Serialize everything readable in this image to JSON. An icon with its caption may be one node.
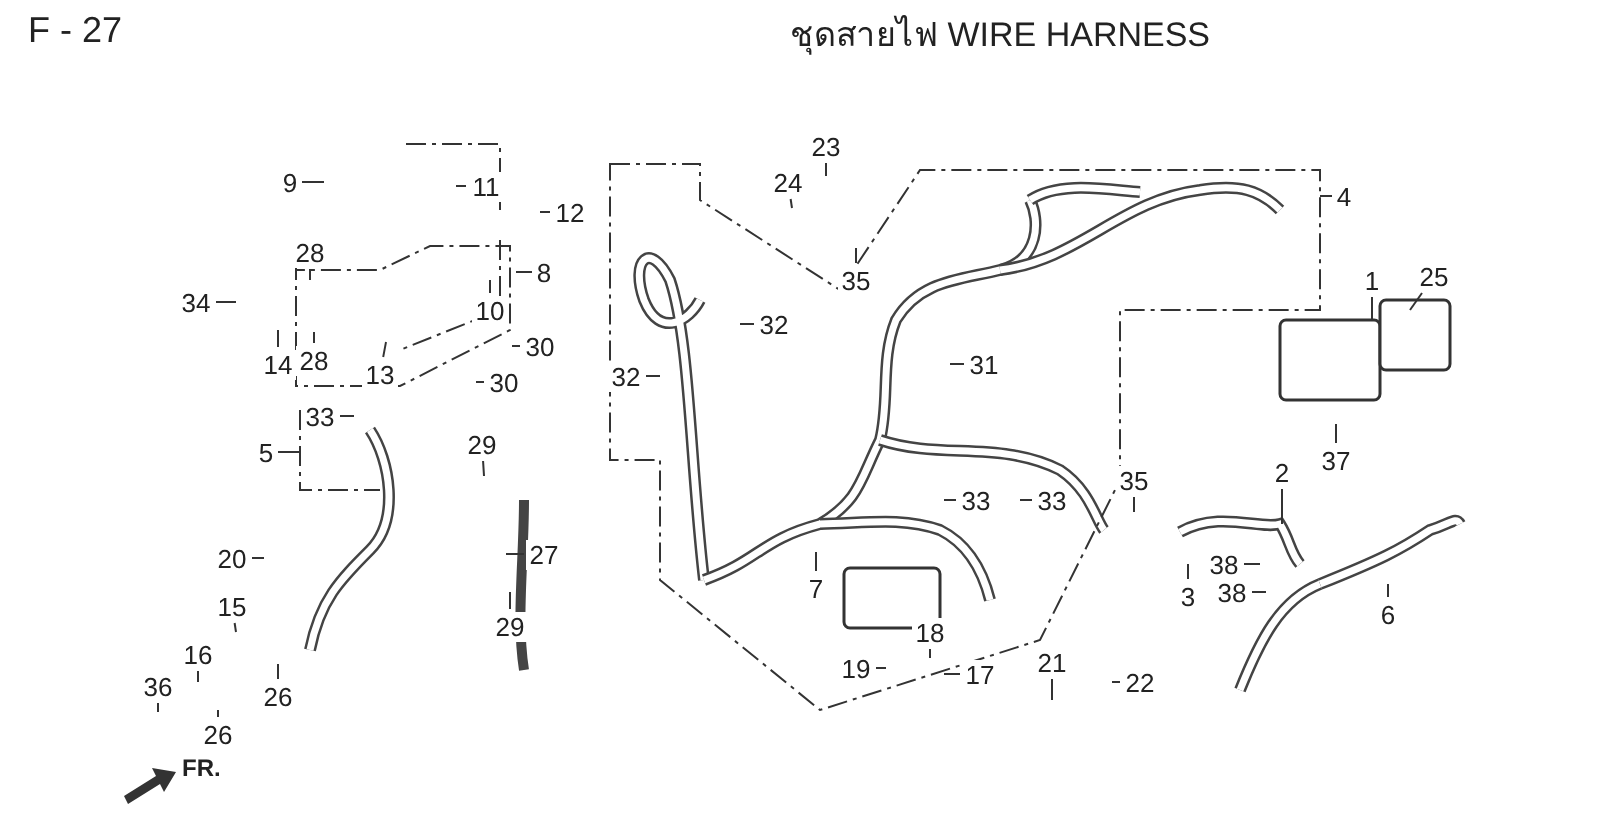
{
  "diagram": {
    "title": "ชุดสายไฟ WIRE HARNESS",
    "nodes": [
      {
        "text": [
          "9"
        ]
      },
      {
        "text": [
          "11"
        ]
      },
      {
        "text": [
          "12"
        ]
      },
      {
        "text": [
          "8"
        ]
      },
      {
        "text": [
          "28"
        ]
      },
      {
        "text": [
          "10"
        ]
      },
      {
        "text": [
          "34"
        ]
      },
      {
        "text": [
          "14"
        ]
      },
      {
        "text": [
          "28"
        ]
      },
      {
        "text": [
          "13"
        ]
      },
      {
        "text": [
          "30"
        ]
      },
      {
        "text": [
          "30"
        ]
      },
      {
        "text": [
          "33"
        ]
      },
      {
        "text": [
          "5"
        ]
      },
      {
        "text": [
          "29"
        ]
      },
      {
        "text": [
          "27"
        ]
      },
      {
        "text": [
          "29"
        ]
      },
      {
        "text": [
          "20"
        ]
      },
      {
        "text": [
          "15"
        ]
      },
      {
        "text": [
          "16"
        ]
      },
      {
        "text": [
          "36"
        ]
      },
      {
        "text": [
          "26"
        ]
      },
      {
        "text": [
          "26"
        ]
      },
      {
        "text": [
          "23"
        ]
      },
      {
        "text": [
          "24"
        ]
      },
      {
        "text": [
          "35"
        ]
      },
      {
        "text": [
          "32"
        ]
      },
      {
        "text": [
          "32"
        ]
      },
      {
        "text": [
          "31"
        ]
      },
      {
        "text": [
          "33"
        ]
      },
      {
        "text": [
          "33"
        ]
      },
      {
        "text": [
          "7"
        ]
      },
      {
        "text": [
          "18"
        ]
      },
      {
        "text": [
          "19"
        ]
      },
      {
        "text": [
          "17"
        ]
      },
      {
        "text": [
          "21"
        ]
      },
      {
        "text": [
          "22"
        ]
      },
      {
        "text": [
          "4"
        ]
      },
      {
        "text": [
          "1"
        ]
      },
      {
        "text": [
          "25"
        ]
      },
      {
        "text": [
          "37"
        ]
      },
      {
        "text": [
          "35"
        ]
      },
      {
        "text": [
          "2"
        ]
      },
      {
        "text": [
          "3"
        ]
      },
      {
        "text": [
          "38"
        ]
      },
      {
        "text": [
          "38"
        ]
      },
      {
        "text": [
          "6"
        ]
      }
    ],
    "edges": [
      {
        "from": 0,
        "to": null,
        "arrow": "none"
      },
      {
        "from": 1,
        "to": null,
        "arrow": "none"
      },
      {
        "from": 2,
        "to": null,
        "arrow": "none"
      },
      {
        "from": 3,
        "to": null,
        "arrow": "none"
      },
      {
        "from": 4,
        "to": null,
        "arrow": "none"
      },
      {
        "from": 5,
        "to": null,
        "arrow": "none"
      },
      {
        "from": 6,
        "to": null,
        "arrow": "none"
      },
      {
        "from": 7,
        "to": null,
        "arrow": "none"
      },
      {
        "from": 8,
        "to": null,
        "arrow": "none"
      },
      {
        "from": 9,
        "to": null,
        "arrow": "none"
      },
      {
        "from": 10,
        "to": null,
        "arrow": "none"
      },
      {
        "from": 11,
        "to": null,
        "arrow": "none"
      },
      {
        "from": 12,
        "to": null,
        "arrow": "none"
      },
      {
        "from": 13,
        "to": null,
        "arrow": "none"
      },
      {
        "from": 14,
        "to": null,
        "arrow": "none"
      },
      {
        "from": 15,
        "to": null,
        "arrow": "none"
      },
      {
        "from": 16,
        "to": null,
        "arrow": "none"
      },
      {
        "from": 17,
        "to": null,
        "arrow": "none"
      },
      {
        "from": 18,
        "to": null,
        "arrow": "none"
      },
      {
        "from": 19,
        "to": null,
        "arrow": "none"
      },
      {
        "from": 20,
        "to": null,
        "arrow": "none"
      },
      {
        "from": 21,
        "to": null,
        "arrow": "none"
      },
      {
        "from": 22,
        "to": null,
        "arrow": "none"
      },
      {
        "from": 23,
        "to": null,
        "arrow": "none"
      },
      {
        "from": 24,
        "to": null,
        "arrow": "none"
      },
      {
        "from": 25,
        "to": null,
        "arrow": "none"
      },
      {
        "from": 26,
        "to": null,
        "arrow": "none"
      },
      {
        "from": 27,
        "to": null,
        "arrow": "none"
      },
      {
        "from": 28,
        "to": null,
        "arrow": "none"
      },
      {
        "from": 29,
        "to": null,
        "arrow": "none"
      },
      {
        "from": 30,
        "to": null,
        "arrow": "none"
      },
      {
        "from": 31,
        "to": null,
        "arrow": "none"
      },
      {
        "from": 32,
        "to": null,
        "arrow": "none"
      },
      {
        "from": 33,
        "to": null,
        "arrow": "none"
      },
      {
        "from": 34,
        "to": null,
        "arrow": "none"
      },
      {
        "from": 35,
        "to": null,
        "arrow": "none"
      },
      {
        "from": 36,
        "to": null,
        "arrow": "none"
      },
      {
        "from": 37,
        "to": null,
        "arrow": "none"
      },
      {
        "from": 38,
        "to": null,
        "arrow": "none"
      },
      {
        "from": 39,
        "to": null,
        "arrow": "none"
      },
      {
        "from": 40,
        "to": null,
        "arrow": "none"
      },
      {
        "from": 41,
        "to": null,
        "arrow": "none"
      },
      {
        "from": 42,
        "to": null,
        "arrow": "none"
      },
      {
        "from": 43,
        "to": null,
        "arrow": "none"
      },
      {
        "from": 44,
        "to": null,
        "arrow": "none"
      },
      {
        "from": 45,
        "to": null,
        "arrow": "none"
      },
      {
        "from": 46,
        "to": null,
        "arrow": "none"
      }
    ],
    "labels": [
      "F - 27",
      "FR."
    ]
  }
}
